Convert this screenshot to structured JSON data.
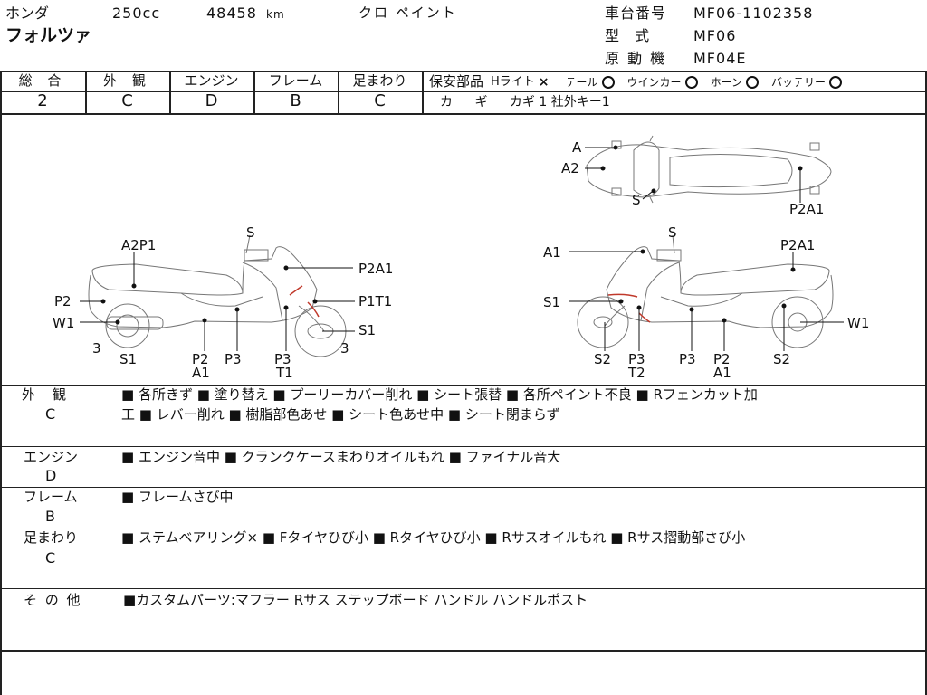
{
  "header": {
    "make": "ホンダ",
    "model": "フォルツァ",
    "displacement": "250cc",
    "mileage_value": "48458",
    "mileage_unit": "km",
    "color": "クロ ペイント",
    "frame_no_label": "車台番号",
    "frame_no": "MF06-1102358",
    "type_label": "型  式",
    "type": "MF06",
    "engine_label": "原 動 機",
    "engine": "MF04E"
  },
  "grades": [
    {
      "label": "総 合",
      "value": "2"
    },
    {
      "label": "外 観",
      "value": "C"
    },
    {
      "label": "エンジン",
      "value": "D"
    },
    {
      "label": "フレーム",
      "value": "B"
    },
    {
      "label": "足まわり",
      "value": "C"
    }
  ],
  "safety": {
    "label": "保安部品",
    "headlight_label": "Hライト",
    "headlight_mark": "×",
    "tail_label": "テール",
    "winker_label": "ウインカー",
    "horn_label": "ホーン",
    "battery_label": "バッテリー",
    "key_label": "カ ギ",
    "key_value": "カギ 1 社外キー1"
  },
  "diagram_labels": {
    "top": [
      "A",
      "A2",
      "S",
      "P2A1"
    ],
    "left": [
      "A2P1",
      "S",
      "P2A1",
      "P2",
      "P1T1",
      "W1",
      "S1",
      "3",
      "S1",
      "P2",
      "P3",
      "P3",
      "3",
      "A1",
      "T1"
    ],
    "right": [
      "A1",
      "S",
      "P2A1",
      "S1",
      "W1",
      "S2",
      "P3",
      "P3",
      "P2",
      "S2",
      "T2",
      "A1"
    ]
  },
  "remarks": [
    {
      "label": "外　観",
      "grade": "C",
      "line1": "■ 各所きず ■ 塗り替え ■ プーリーカバー削れ ■ シート張替 ■ 各所ペイント不良 ■ Rフェンカット加",
      "line2": "工 ■ レバー削れ ■ 樹脂部色あせ ■ シート色あせ中 ■ シート閉まらず"
    },
    {
      "label": "エンジン",
      "grade": "D",
      "line1": "■ エンジン音中 ■ クランクケースまわりオイルもれ ■ ファイナル音大",
      "line2": ""
    },
    {
      "label": "フレーム",
      "grade": "B",
      "line1": "■ フレームさび中",
      "line2": ""
    },
    {
      "label": "足まわり",
      "grade": "C",
      "line1": "■ ステムベアリング× ■ Fタイヤひび小 ■ Rタイヤひび小 ■ Rサスオイルもれ ■ Rサス摺動部さび小",
      "line2": ""
    },
    {
      "label": "そ の 他",
      "grade": "",
      "line1": "■カスタムパーツ:マフラー Rサス ステップボード ハンドル ハンドルポスト",
      "line2": ""
    }
  ]
}
